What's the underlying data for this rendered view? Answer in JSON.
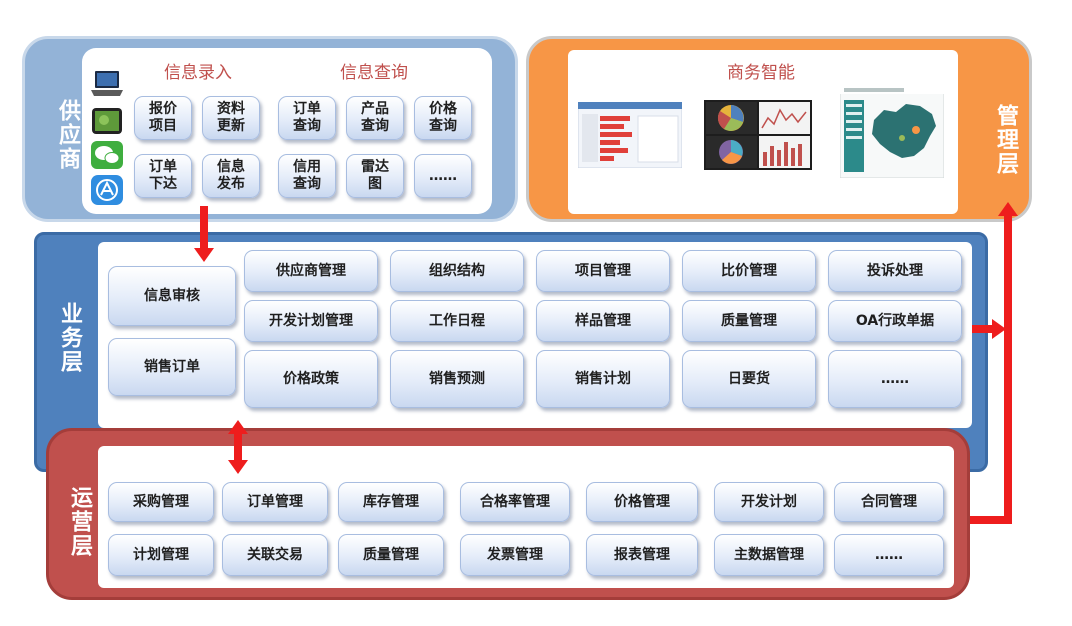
{
  "supplier": {
    "label": "供应商",
    "sections": {
      "entry": "信息录入",
      "query": "信息查询"
    },
    "buttons": [
      "报价\n项目",
      "资料\n更新",
      "订单\n下达",
      "信息\n发布",
      "订单\n查询",
      "产品\n查询",
      "价格\n查询",
      "信用\n查询",
      "雷达\n图",
      "……"
    ]
  },
  "management": {
    "label": "管理层",
    "title": "商务智能"
  },
  "business": {
    "label": "业务层",
    "left_buttons": [
      "信息审核",
      "销售订单"
    ],
    "grid": [
      [
        "供应商管理",
        "组织结构",
        "项目管理",
        "比价管理",
        "投诉处理"
      ],
      [
        "开发计划管理",
        "工作日程",
        "样品管理",
        "质量管理",
        "OA行政单据"
      ],
      [
        "价格政策",
        "销售预测",
        "销售计划",
        "日要货",
        "……"
      ]
    ]
  },
  "operations": {
    "label": "运营层",
    "grid": [
      [
        "采购管理",
        "订单管理",
        "库存管理",
        "合格率管理",
        "价格管理",
        "开发计划",
        "合同管理"
      ],
      [
        "计划管理",
        "关联交易",
        "质量管理",
        "发票管理",
        "报表管理",
        "主数据管理",
        "……"
      ]
    ]
  },
  "colors": {
    "supplier_frame": "#93b3d7",
    "management_frame": "#f79646",
    "business_frame": "#4f81bd",
    "operations_frame": "#c0504d",
    "arrow": "#ee1d1d",
    "section_title": "#c0504d"
  }
}
